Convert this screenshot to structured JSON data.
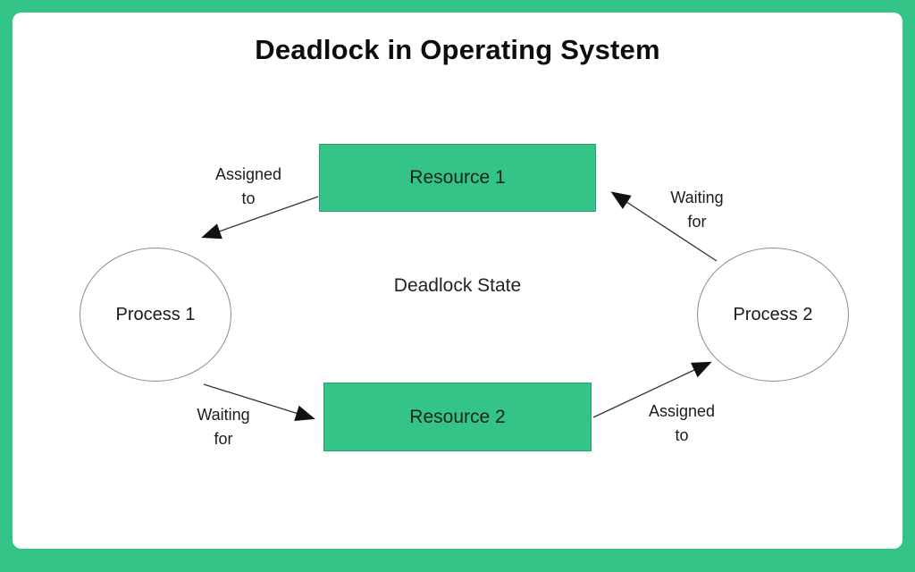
{
  "title": "Deadlock in Operating System",
  "diagram": {
    "center_label": "Deadlock State",
    "nodes": {
      "process1": {
        "label": "Process 1"
      },
      "process2": {
        "label": "Process 2"
      },
      "resource1": {
        "label": "Resource 1"
      },
      "resource2": {
        "label": "Resource 2"
      }
    },
    "edges": {
      "r1_p1": {
        "line1": "Assigned",
        "line2": "to"
      },
      "p1_r2": {
        "line1": "Waiting",
        "line2": "for"
      },
      "p2_r1": {
        "line1": "Waiting",
        "line2": "for"
      },
      "r2_p2": {
        "line1": "Assigned",
        "line2": "to"
      }
    }
  },
  "colors": {
    "accent_green": "#34c487",
    "arrow_black": "#111111",
    "circle_border_gray": "#8a8a8a"
  }
}
